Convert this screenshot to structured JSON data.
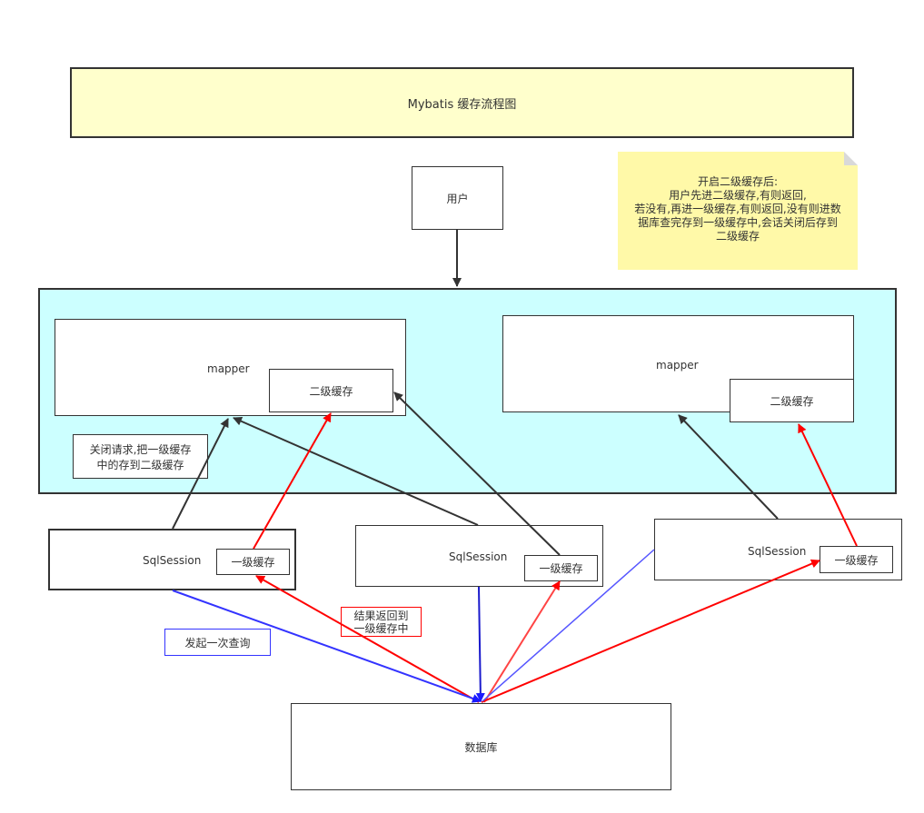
{
  "title": "Mybatis 缓存流程图",
  "user": "用户",
  "mapper_left": {
    "label": "mapper",
    "cache": "二级缓存"
  },
  "mapper_right": {
    "label": "mapper",
    "cache": "二级缓存"
  },
  "sessions": [
    {
      "label": "SqlSession",
      "cache": "一级缓存"
    },
    {
      "label": "SqlSession",
      "cache": "一级缓存"
    },
    {
      "label": "SqlSession",
      "cache": "一级缓存"
    }
  ],
  "database": "数据库",
  "note": {
    "lines": [
      "开启二级缓存后:",
      "用户先进二级缓存,有则返回,",
      "若没有,再进一级缓存,有则返回,没有则进数",
      "据库查完存到一级缓存中,会话关闭后存到",
      "二级缓存"
    ]
  },
  "close_note": {
    "line1": "关闭请求,把一级缓存",
    "line2": "中的存到二级缓存"
  },
  "query_label": "发起一次查询",
  "return_label": {
    "line1": "结果返回到",
    "line2": "一级缓存中"
  },
  "colors": {
    "red": "#ff0000",
    "blue": "#3333ff",
    "dark": "#333333",
    "cyan": "#ccffff",
    "yellow": "#ffffcc",
    "note": "#fff9a8"
  }
}
